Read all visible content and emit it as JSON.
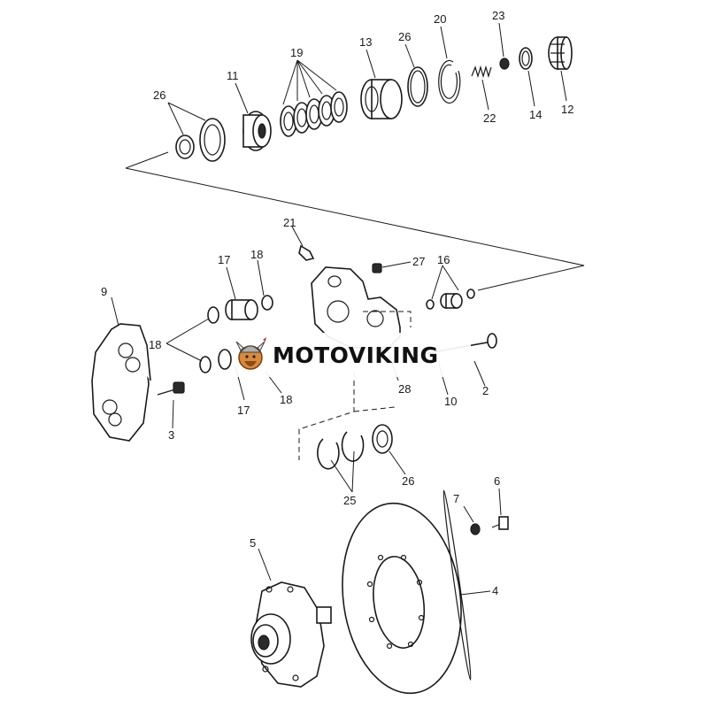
{
  "watermark": {
    "text": "MOTOVIKING",
    "accent": "#c0392b",
    "ink": "#111111"
  },
  "callouts": [
    "26",
    "11",
    "19",
    "13",
    "26",
    "20",
    "23",
    "22",
    "14",
    "12",
    "21",
    "27",
    "16",
    "17",
    "18",
    "9",
    "18",
    "18",
    "17",
    "18",
    "3",
    "28",
    "10",
    "2",
    "25",
    "26",
    "7",
    "6",
    "5",
    "4"
  ]
}
